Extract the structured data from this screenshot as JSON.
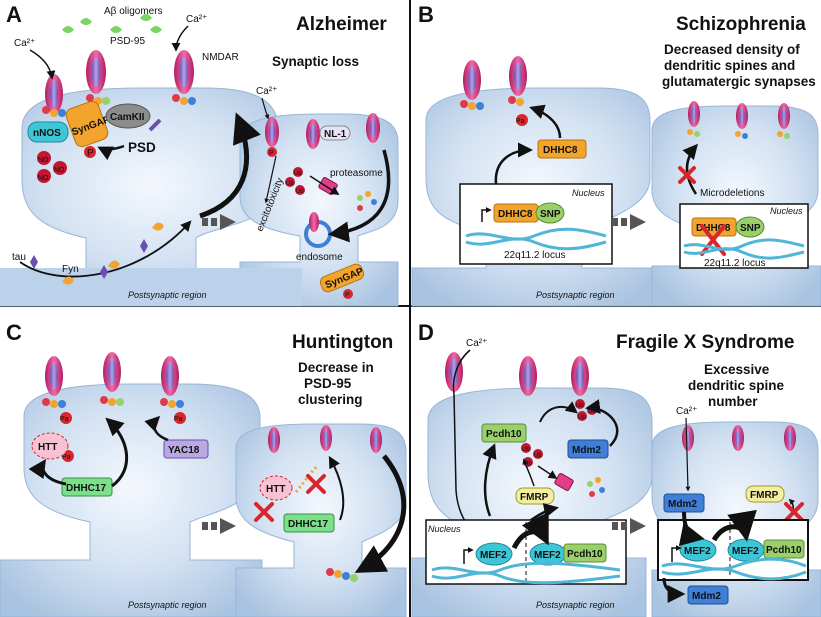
{
  "panels": {
    "a": {
      "letter": "A",
      "title": "Alzheimer",
      "heading": "Synaptic loss",
      "labels": {
        "abeta": "Aβ oligomers",
        "ca_left": "Ca²⁺",
        "ca_right": "Ca²⁺",
        "psd95": "PSD-95",
        "nmdar": "NMDAR",
        "nnos": "nNOS",
        "syngap": "SynGAP",
        "camkii": "CamKII",
        "psd": "PSD",
        "p1": "P",
        "no1": "NO",
        "no2": "NO",
        "no3": "NO",
        "tau": "tau",
        "fyn": "Fyn",
        "region": "Postsynaptic region",
        "ca_small": "Ca²⁺",
        "nl1": "NL-1",
        "ub1": "Ub",
        "ub2": "Ub",
        "ub3": "Ub",
        "proteasome": "proteasome",
        "excitotoxicity": "excitotoxicity",
        "endosome": "endosome",
        "syngap2": "SynGAP",
        "p2": "P",
        "p3": "P"
      }
    },
    "b": {
      "letter": "B",
      "title": "Schizophrenia",
      "heading": [
        "Decreased density of",
        "dendritic spines and",
        "glutamatergic synapses"
      ],
      "labels": {
        "pa": "Pa",
        "dhhc8": "DHHC8",
        "nucleus": "Nucleus",
        "dhhc8_n": "DHHC8",
        "snp": "SNP",
        "locus": "22q11.2 locus",
        "region": "Postsynaptic region",
        "microdeletions": "Microdeletions",
        "nucleus2": "Nucleus",
        "dhhc8_n2": "DHHC8",
        "snp2": "SNP",
        "locus2": "22q11.2 locus"
      }
    },
    "c": {
      "letter": "C",
      "title": "Huntington",
      "heading": [
        "Decrease in",
        "PSD-95",
        "clustering"
      ],
      "labels": {
        "pa1": "Pa",
        "pa2": "Pa",
        "pa3": "Pa",
        "htt": "HTT",
        "dhhc17": "DHHC17",
        "yac18": "YAC18",
        "htt2": "HTT",
        "dhhc17_2": "DHHC17",
        "region": "Postsynaptic region"
      }
    },
    "d": {
      "letter": "D",
      "title": "Fragile X Syndrome",
      "heading": [
        "Excessive",
        "dendritic spine",
        "number"
      ],
      "labels": {
        "ca": "Ca²⁺",
        "pcdh10": "Pcdh10",
        "mdm2": "Mdm2",
        "fmrp": "FMRP",
        "ub1": "Ub",
        "ub2": "Ub",
        "ub3": "Ub",
        "ub4": "Ub",
        "ub5": "Ub",
        "ub6": "Ub",
        "nucleus": "Nucleus",
        "mef2a": "MEF2",
        "mef2b": "MEF2",
        "pcdh10_n": "Pcdh10",
        "region": "Postsynaptic region",
        "ca2": "Ca²⁺",
        "mdm2_b": "Mdm2",
        "fmrp2": "FMRP",
        "mef2c": "MEF2",
        "mef2d": "MEF2",
        "pcdh10_n2": "Pcdh10",
        "mdm2_c": "Mdm2"
      }
    }
  },
  "colors": {
    "cell": "#bcd2ea",
    "receptor_pink": "#e0408a",
    "receptor_purple": "#8f74c8",
    "orange": "#f2a42c",
    "green": "#9ad06a",
    "light_green": "#7ae08a",
    "blue": "#3f7fd8",
    "gray": "#8c8c8c",
    "red": "#d8262c",
    "cyan": "#3fc6d6",
    "dna": "#4fb6d8",
    "lavender": "#b9a9e2",
    "yellow": "#f4eea0"
  }
}
